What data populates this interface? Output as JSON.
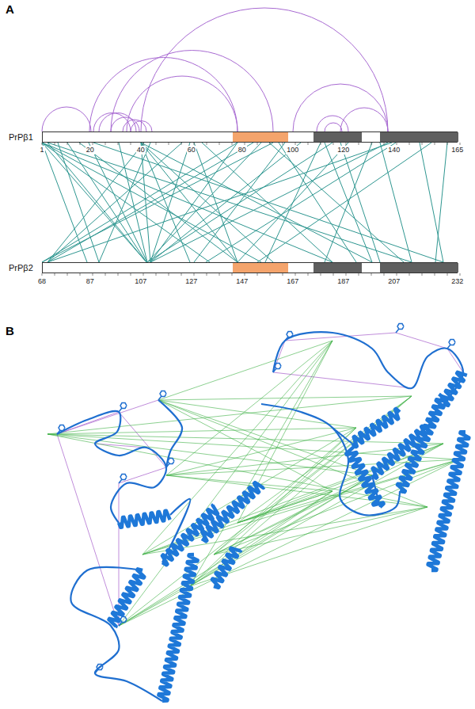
{
  "diagram": {
    "nodes": [
      {
        "text": [
          "PrPβ1"
        ]
      },
      {
        "text": [
          "PrPβ2"
        ]
      }
    ],
    "labels": [
      "A",
      "1",
      "20",
      "40",
      "60",
      "80",
      "100",
      "120",
      "140",
      "165",
      "68",
      "87",
      "107",
      "127",
      "147",
      "167",
      "187",
      "207",
      "232",
      "B"
    ]
  }
}
